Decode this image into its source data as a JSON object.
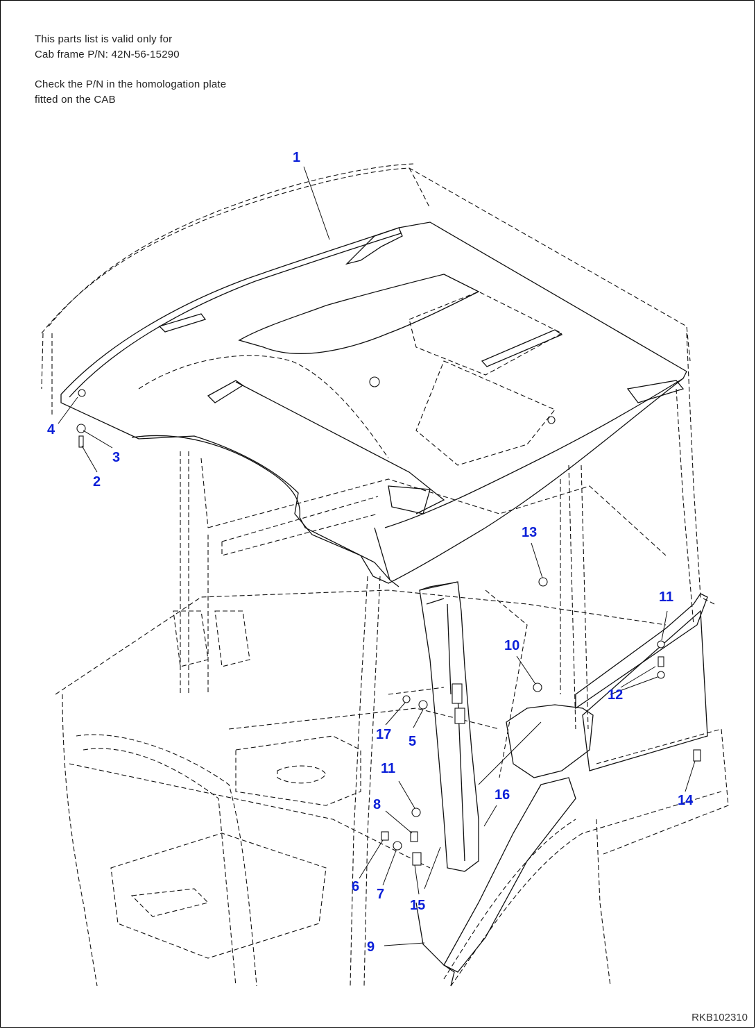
{
  "notes": {
    "line1": "This parts list is valid only for",
    "line2": "Cab frame P/N: 42N-56-15290",
    "line3": "Check the P/N in the homologation plate",
    "line4": "fitted on the CAB"
  },
  "drawing_code": "RKB102310",
  "callouts": {
    "c1": "1",
    "c2": "2",
    "c3": "3",
    "c4": "4",
    "c5": "5",
    "c6": "6",
    "c7": "7",
    "c8": "8",
    "c9": "9",
    "c10": "10",
    "c11a": "11",
    "c11b": "11",
    "c12": "12",
    "c13": "13",
    "c14": "14",
    "c15": "15",
    "c16": "16",
    "c17": "17"
  },
  "callout_color": "#0a1fd8"
}
